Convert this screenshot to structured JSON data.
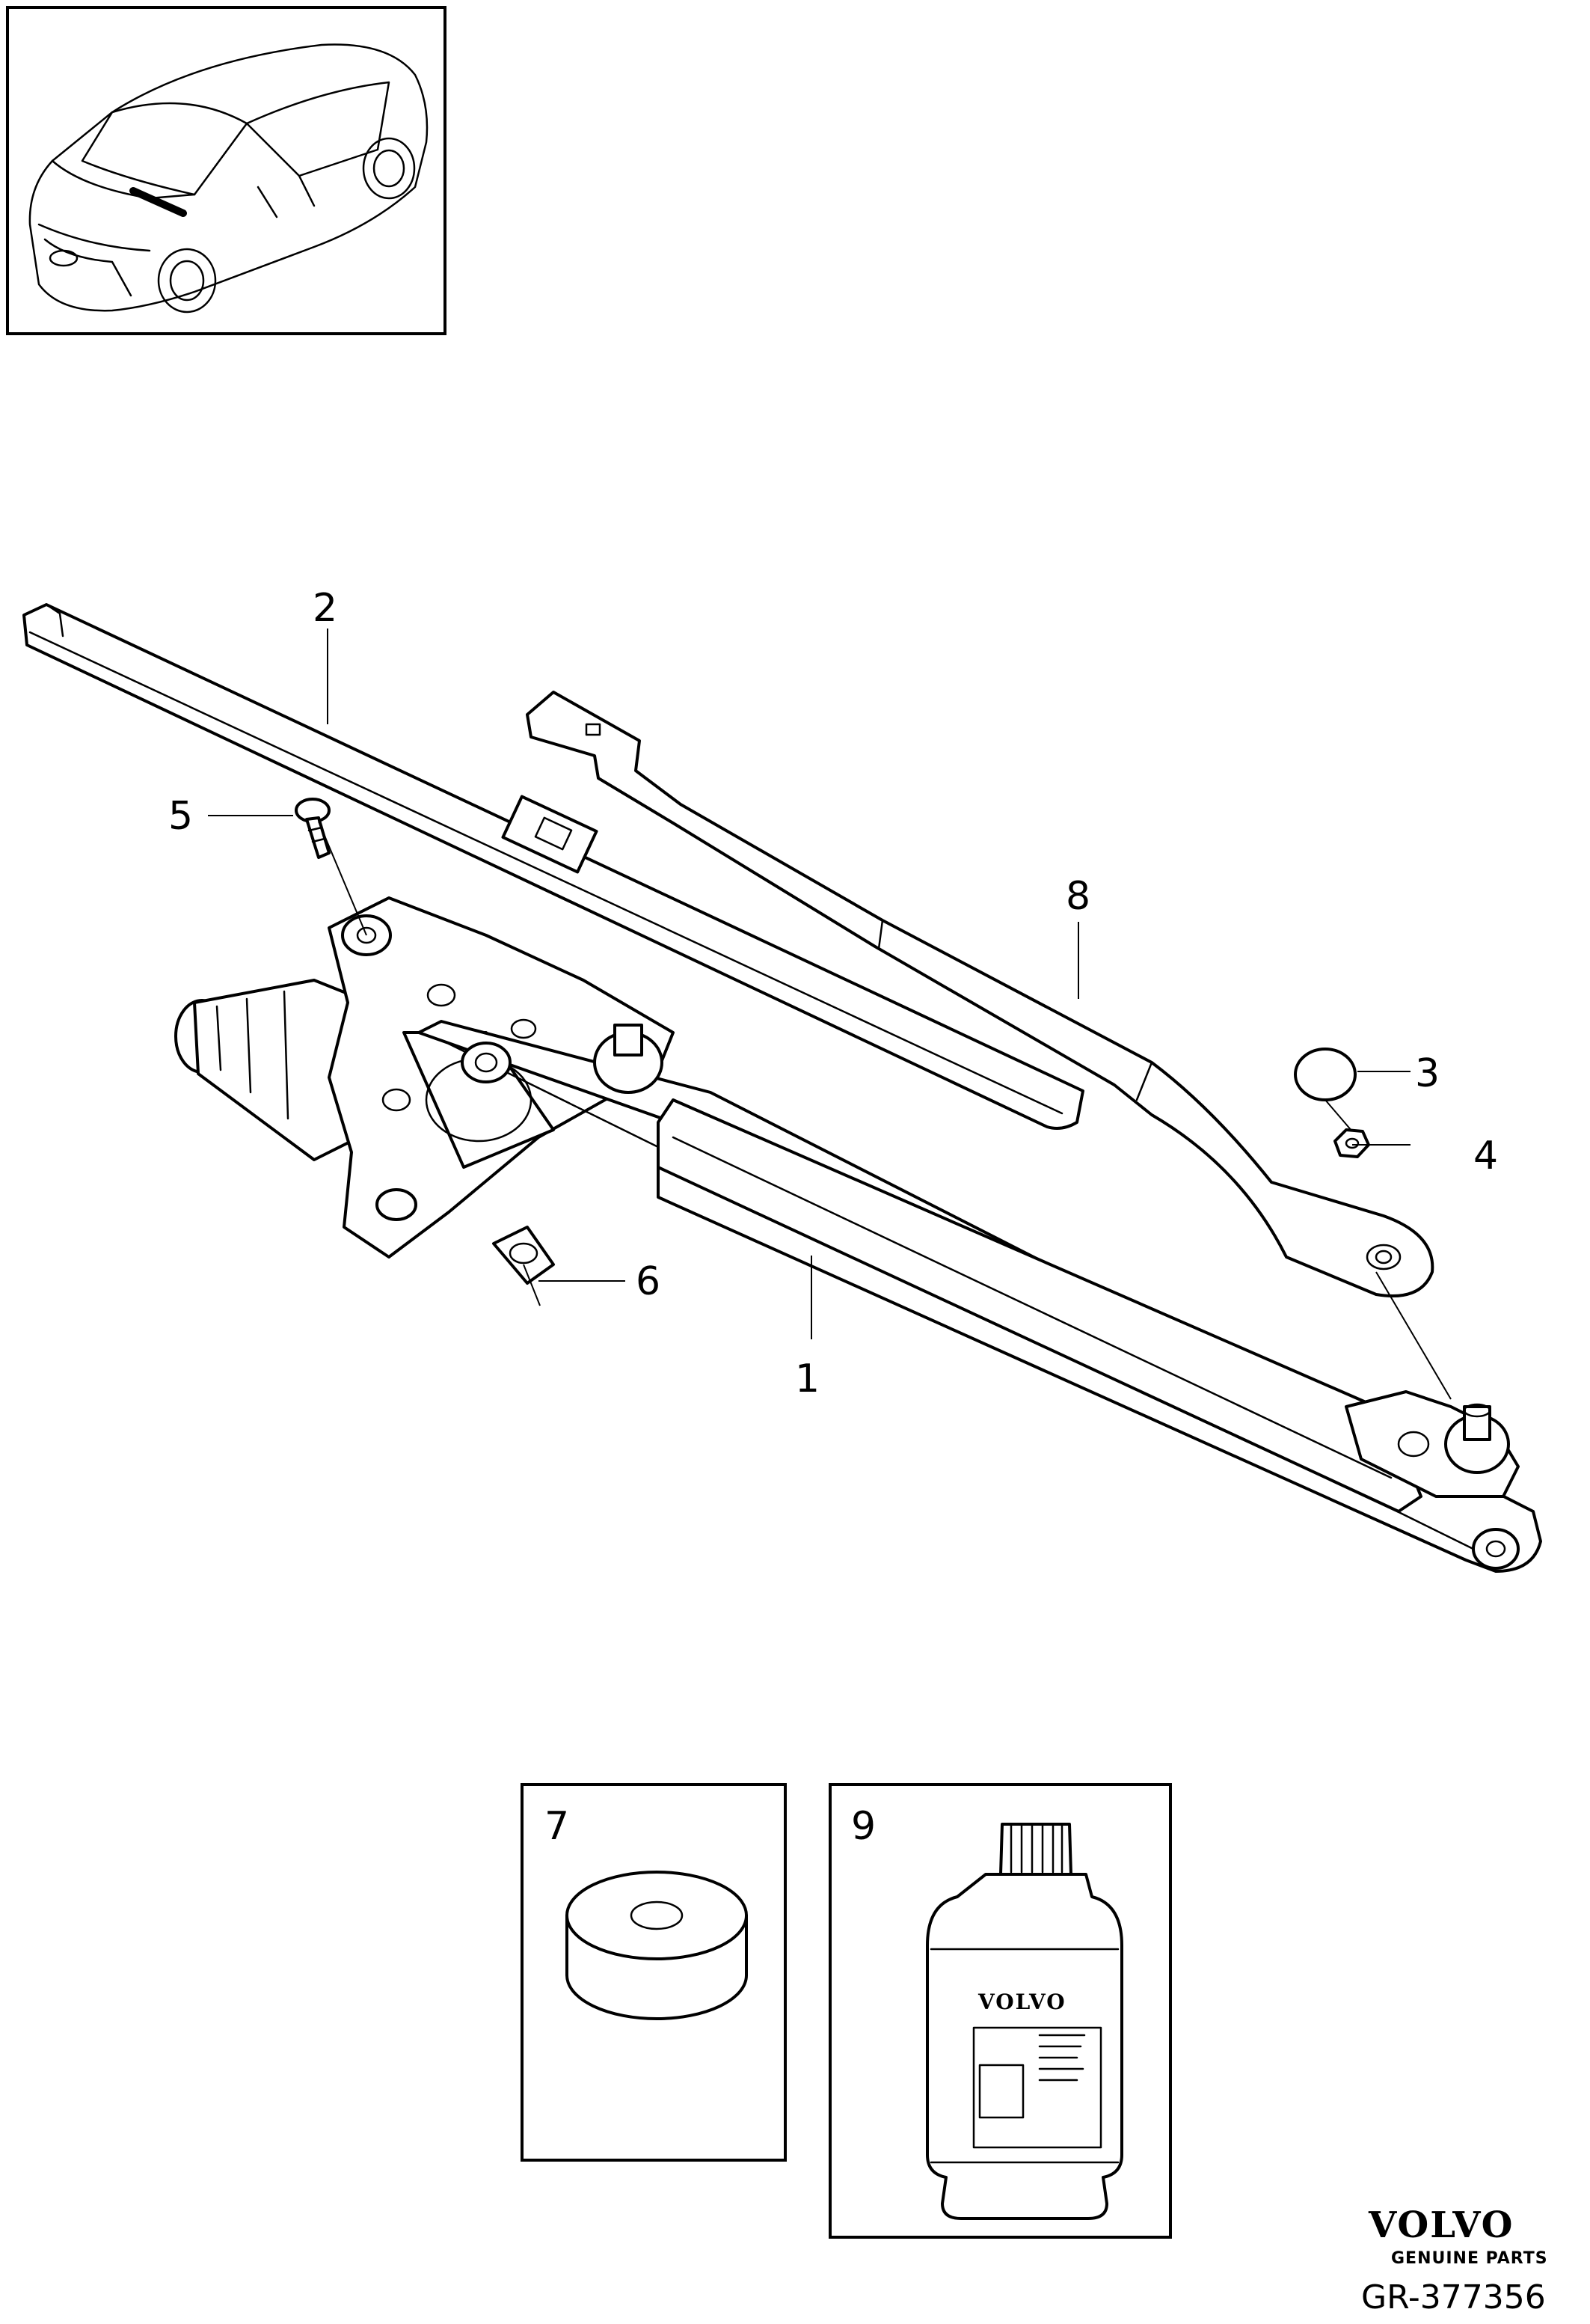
{
  "callouts": {
    "c1": "1",
    "c2": "2",
    "c3": "3",
    "c4": "4",
    "c5": "5",
    "c6": "6",
    "c7": "7",
    "c8": "8",
    "c9": "9"
  },
  "bottle_label": {
    "brand": "VOLVO"
  },
  "footer": {
    "brand": "VOLVO",
    "subtitle": "GENUINE PARTS",
    "reference": "GR-377356"
  }
}
